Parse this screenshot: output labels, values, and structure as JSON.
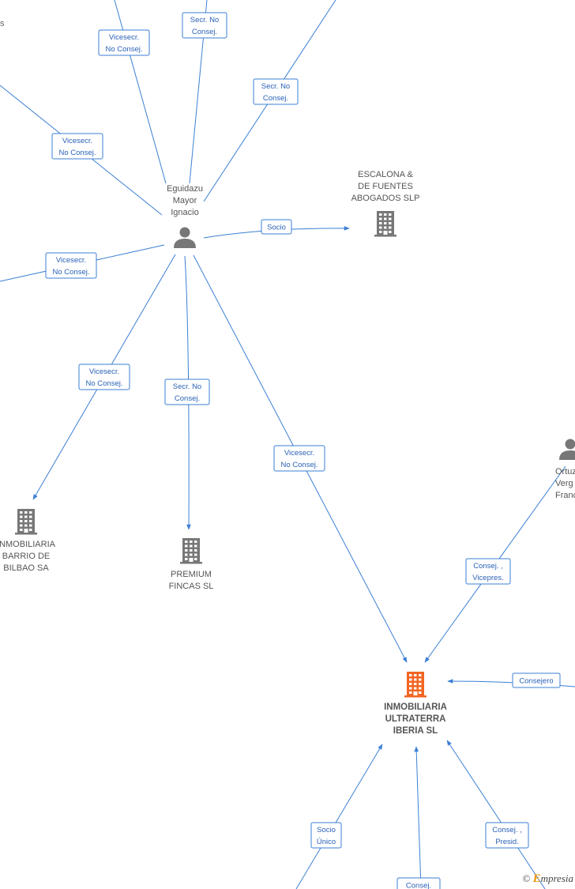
{
  "accent_color": "#3b7fd4",
  "main_color": "#f26522",
  "stray_text": "s",
  "copyright": {
    "symbol": "©",
    "brand_first": "E",
    "brand_rest": "mpresia"
  },
  "nodes": [
    {
      "id": "eguidazu",
      "kind": "person",
      "lines": [
        "Eguidazu",
        "Mayor",
        "Ignacio"
      ]
    },
    {
      "id": "escalona",
      "kind": "company",
      "lines": [
        "ESCALONA &",
        "DE FUENTES",
        "ABOGADOS SLP"
      ]
    },
    {
      "id": "barrio",
      "kind": "company",
      "lines": [
        "INMOBILIARIA",
        "BARRIO DE",
        "BILBAO SA"
      ]
    },
    {
      "id": "premium",
      "kind": "company",
      "lines": [
        "PREMIUM",
        "FINCAS SL"
      ]
    },
    {
      "id": "ultraterra",
      "kind": "company-main",
      "lines": [
        "INMOBILIARIA",
        "ULTRATERRA",
        "IBERIA SL"
      ]
    },
    {
      "id": "ortuz",
      "kind": "person",
      "lines": [
        "Ortuz",
        "Verg",
        "Franc"
      ]
    }
  ],
  "edges": [
    {
      "id": "e1",
      "label": [
        "Vicesecr.",
        "No Consej."
      ]
    },
    {
      "id": "e2",
      "label": [
        "Secr. No",
        "Consej."
      ]
    },
    {
      "id": "e3",
      "label": [
        "Secr. No",
        "Consej."
      ]
    },
    {
      "id": "e4",
      "label": [
        "Vicesecr.",
        "No Consej."
      ]
    },
    {
      "id": "e5",
      "label": [
        "Socio"
      ]
    },
    {
      "id": "e6",
      "label": [
        "Vicesecr.",
        "No Consej."
      ]
    },
    {
      "id": "e7",
      "label": [
        "Vicesecr.",
        "No Consej."
      ]
    },
    {
      "id": "e8",
      "label": [
        "Secr. No",
        "Consej."
      ]
    },
    {
      "id": "e9",
      "label": [
        "Vicesecr.",
        "No Consej."
      ]
    },
    {
      "id": "e10",
      "label": [
        "Consej. ,",
        "Vicepres."
      ]
    },
    {
      "id": "e11",
      "label": [
        "Consejero"
      ]
    },
    {
      "id": "e12",
      "label": [
        "Socio",
        "Único"
      ]
    },
    {
      "id": "e13",
      "label": [
        "Consej."
      ]
    },
    {
      "id": "e14",
      "label": [
        "Consej. ,",
        "Presid."
      ]
    }
  ]
}
